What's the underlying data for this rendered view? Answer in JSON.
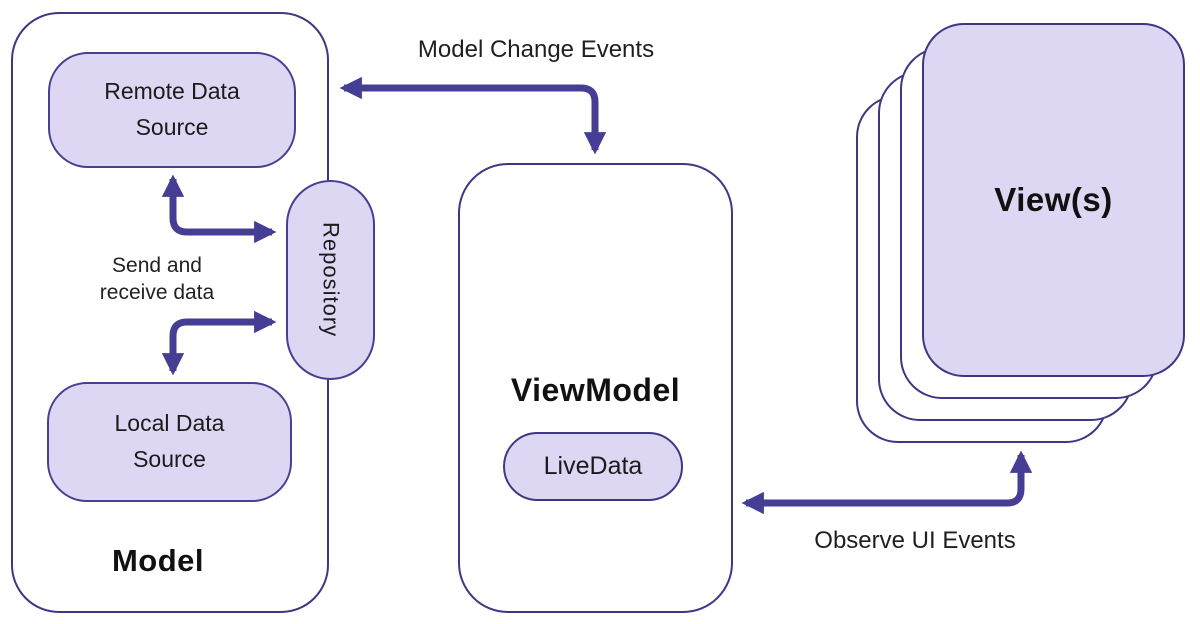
{
  "diagram": {
    "model": {
      "title": "Model",
      "remote_source_label": "Remote Data Source",
      "local_source_label": "Local Data Source",
      "send_receive_label": "Send and receive data",
      "repository_label": "Repository"
    },
    "viewmodel": {
      "title": "ViewModel",
      "livedata_label": "LiveData"
    },
    "views": {
      "title": "View(s)",
      "stack_count": 4
    },
    "arrow_labels": {
      "model_change": "Model Change Events",
      "observe_ui": "Observe UI Events"
    },
    "colors": {
      "node_fill": "#ded7f4",
      "container_border": "#3e3781",
      "node_border": "#483f91",
      "arrow": "#463e94",
      "text": "#1c1c1c",
      "background": "#ffffff"
    }
  }
}
